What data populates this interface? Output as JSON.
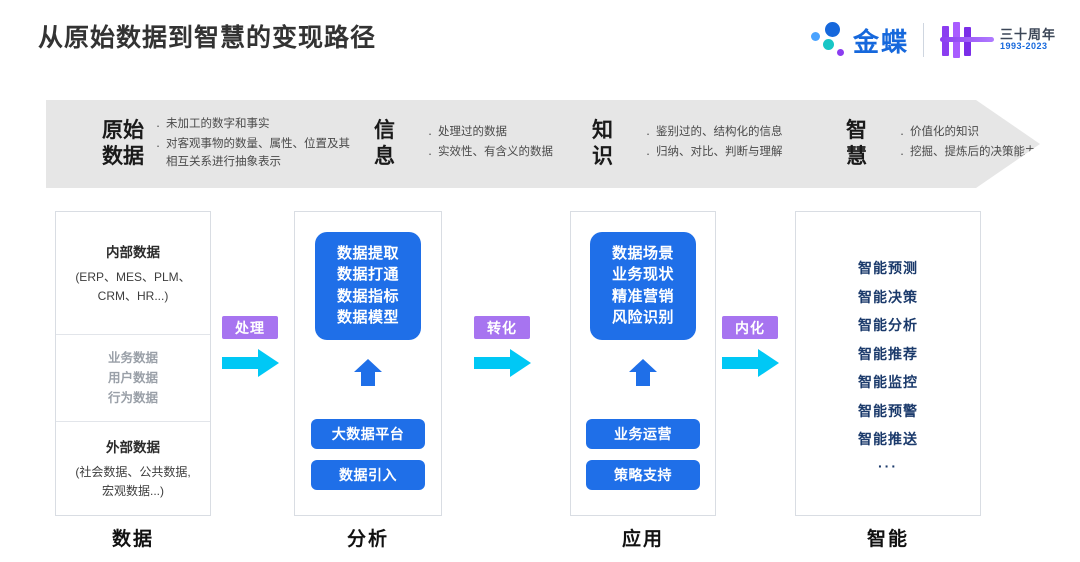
{
  "header": {
    "title": "从原始数据到智慧的变现路径",
    "logo": {
      "name": "金蝶",
      "anniversary_title": "三十周年",
      "anniversary_years": "1993-2023"
    }
  },
  "banner": {
    "stages": [
      {
        "name": "原始\n数据",
        "bullets": [
          "未加工的数字和事实",
          "对客观事物的数量、属性、位置及其相互关系进行抽象表示"
        ]
      },
      {
        "name": "信\n息",
        "bullets": [
          "处理过的数据",
          "实效性、有含义的数据"
        ]
      },
      {
        "name": "知\n识",
        "bullets": [
          "鉴别过的、结构化的信息",
          "归纳、对比、判断与理解"
        ]
      },
      {
        "name": "智\n慧",
        "bullets": [
          "价值化的知识",
          "挖掘、提炼后的决策能力"
        ]
      }
    ]
  },
  "columns": [
    {
      "footer": "数据",
      "internal": {
        "title": "内部数据",
        "line1": "(ERP、MES、PLM、",
        "line2": "CRM、HR...)"
      },
      "middle": [
        "业务数据",
        "用户数据",
        "行为数据"
      ],
      "external": {
        "title": "外部数据",
        "line1": "(社会数据、公共数据,",
        "line2": "宏观数据...)"
      }
    },
    {
      "footer": "分析",
      "box": [
        "数据提取",
        "数据打通",
        "数据指标",
        "数据模型"
      ],
      "pills": [
        "大数据平台",
        "数据引入"
      ]
    },
    {
      "footer": "应用",
      "box": [
        "数据场景",
        "业务现状",
        "精准营销",
        "风险识别"
      ],
      "pills": [
        "业务运营",
        "策略支持"
      ]
    },
    {
      "footer": "智能",
      "items": [
        "智能预测",
        "智能决策",
        "智能分析",
        "智能推荐",
        "智能监控",
        "智能预警",
        "智能推送"
      ],
      "ellipsis": "···"
    }
  ],
  "connectors": [
    {
      "label": "处理"
    },
    {
      "label": "转化"
    },
    {
      "label": "内化"
    }
  ],
  "colors": {
    "brand_blue": "#1f6fe8",
    "accent_purple": "#a774f0",
    "accent_cyan": "#00c8f5",
    "banner_gray": "#e6e6e6",
    "navy": "#1b3a6b"
  }
}
